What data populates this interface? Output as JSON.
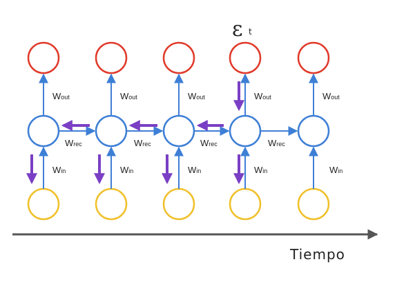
{
  "labels": {
    "w_out": "W",
    "w_out_sub": "out",
    "w_rec": "W",
    "w_rec_sub": "rec",
    "w_in": "W",
    "w_in_sub": "in",
    "error_symbol": "ε",
    "error_sub": "t",
    "time_axis": "Tiempo"
  },
  "colors": {
    "output_node": "#e03a2a",
    "hidden_node": "#3e7fd6",
    "input_node": "#f0c02a",
    "gradient_arrow": "#7a3fc4",
    "timeline": "#555555"
  },
  "structure": {
    "timesteps": 5,
    "error_at_timestep": 4,
    "backprop_recurrent_arrows_between": [
      [
        1,
        2
      ],
      [
        2,
        3
      ],
      [
        3,
        4
      ]
    ],
    "backprop_input_arrows_at": [
      1,
      2,
      3,
      4
    ],
    "backprop_output_arrow_at": 4
  }
}
